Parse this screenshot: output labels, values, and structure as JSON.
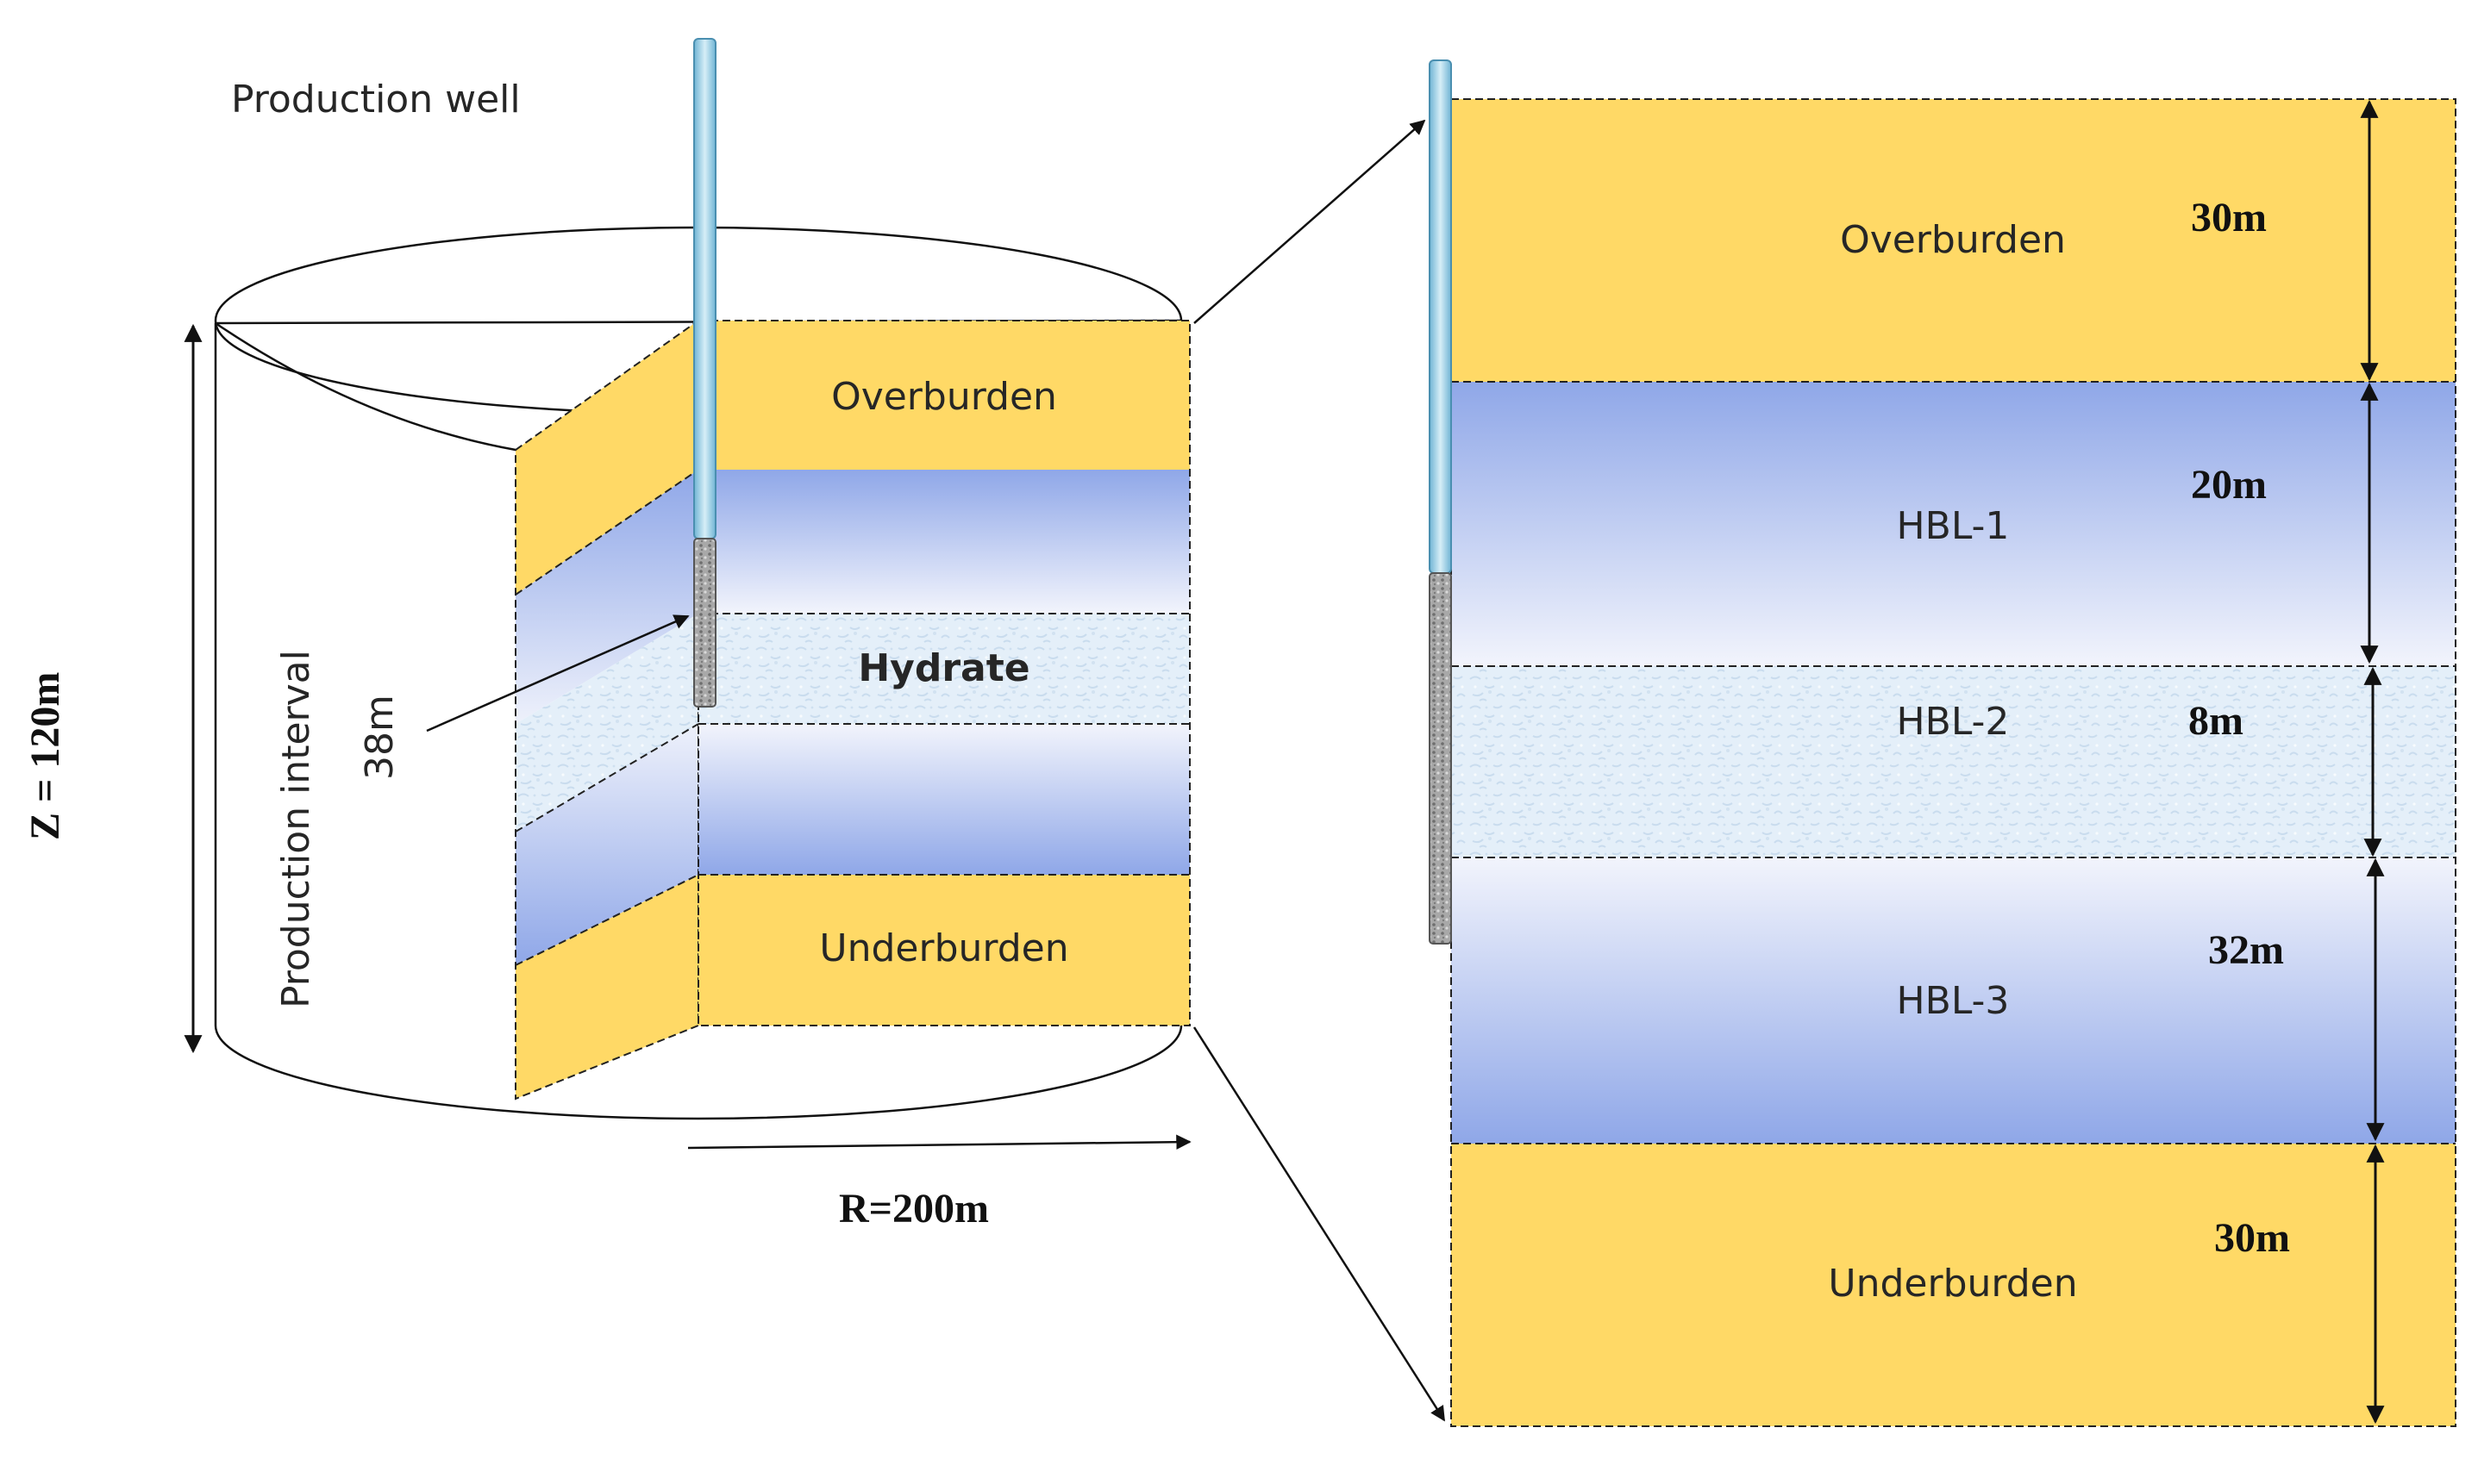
{
  "diagram": {
    "labels": {
      "production_well": "Production well",
      "overburden": "Overburden",
      "hydrate": "Hydrate",
      "underburden": "Underburden",
      "production_interval": "Production interval",
      "interval_length": "38m",
      "z_dimension": "Z = 120m",
      "r_dimension": "R=200m"
    },
    "layers": [
      {
        "name": "Overburden",
        "thickness": "30m",
        "kind": "burden"
      },
      {
        "name": "HBL-1",
        "thickness": "20m",
        "kind": "gradient"
      },
      {
        "name": "HBL-2",
        "thickness": "8m",
        "kind": "speckled"
      },
      {
        "name": "HBL-3",
        "thickness": "32m",
        "kind": "gradient-reverse"
      },
      {
        "name": "Underburden",
        "thickness": "30m",
        "kind": "burden"
      }
    ],
    "colors": {
      "burden": "#FFD966",
      "hydrate_blue": "#8FA7E8",
      "hydrate_light": "#F2F4FC",
      "speckle": "#DDEBF7",
      "well_pipe": "#A9D8EB",
      "well_perforation": "#9E9E9E"
    }
  }
}
